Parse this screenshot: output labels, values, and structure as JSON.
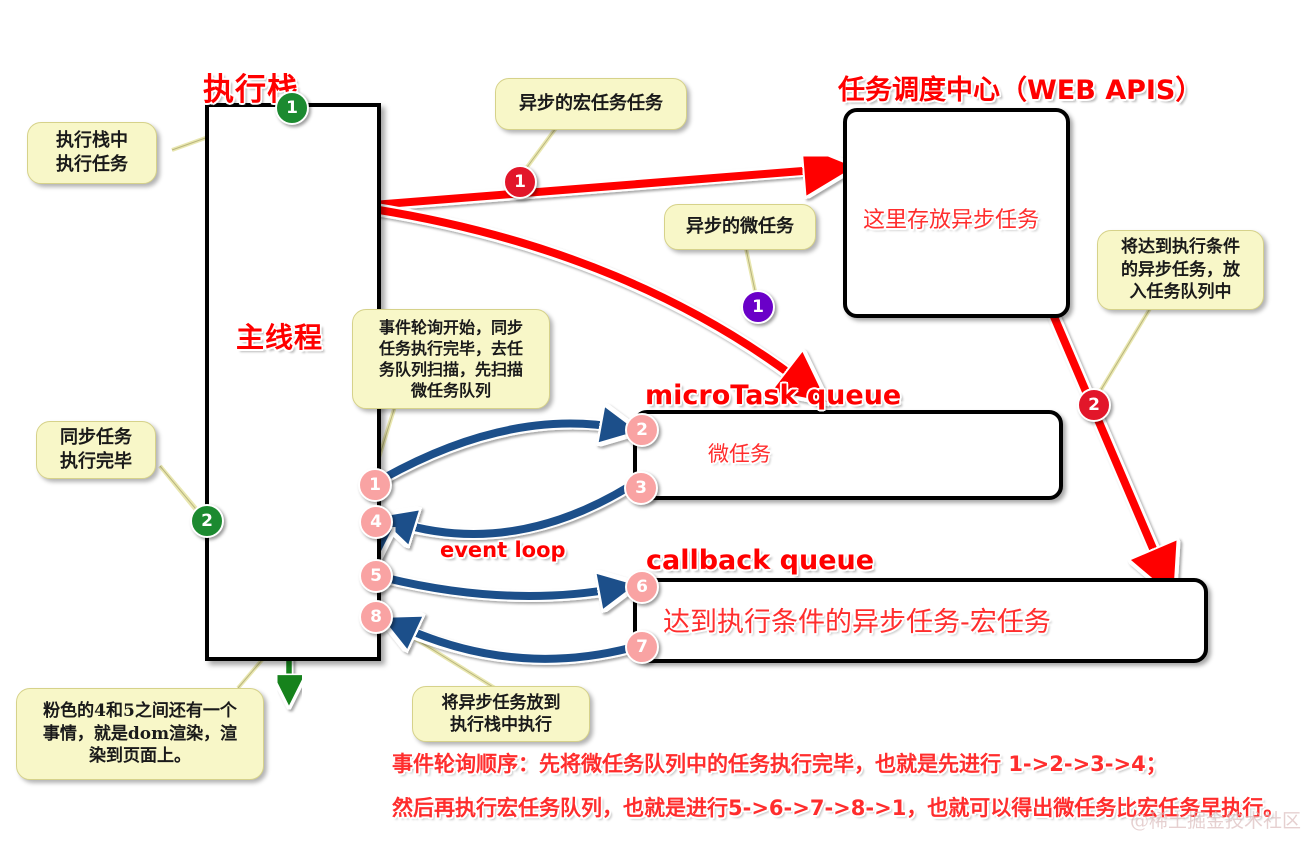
{
  "title": "JavaScript Event Loop Diagram",
  "labels": {
    "exec_stack": "执行栈",
    "main_thread": "主线程",
    "web_apis": "任务调度中心（WEB APIS）",
    "web_apis_body": "这里存放异步任务",
    "microtask_queue": "microTask queue",
    "microtask_body": "微任务",
    "callback_queue": "callback queue",
    "callback_body": "达到执行条件的异步任务-宏任务",
    "event_loop": "event loop"
  },
  "callouts": [
    {
      "id": "exec-in-stack",
      "text": "执行栈中\n执行任务"
    },
    {
      "id": "async-macrotask",
      "text": "异步的宏任务任务"
    },
    {
      "id": "async-microtask",
      "text": "异步的微任务"
    },
    {
      "id": "loop-start",
      "text": "事件轮询开始，同步\n任务执行完毕，去任\n务队列扫描，先扫描\n微任务队列"
    },
    {
      "id": "sync-done",
      "text": "同步任务\n执行完毕"
    },
    {
      "id": "ready-to-queue",
      "text": "将达到执行条件\n的异步任务，放\n入任务队列中"
    },
    {
      "id": "dom-render",
      "text": "粉色的4和5之间还有一个\n事情，就是dom渲染，渲\n染到页面上。"
    },
    {
      "id": "put-into-stack",
      "text": "将异步任务放到\n执行栈中执行"
    }
  ],
  "badges": [
    {
      "id": "stack-top-1",
      "value": "1",
      "color": "green"
    },
    {
      "id": "macro-1",
      "value": "1",
      "color": "red"
    },
    {
      "id": "micro-1",
      "value": "1",
      "color": "purple"
    },
    {
      "id": "sync-2",
      "value": "2",
      "color": "green"
    },
    {
      "id": "webapi-2",
      "value": "2",
      "color": "red"
    },
    {
      "id": "loop-1",
      "value": "1",
      "color": "pink"
    },
    {
      "id": "loop-2",
      "value": "2",
      "color": "pink"
    },
    {
      "id": "loop-3",
      "value": "3",
      "color": "pink"
    },
    {
      "id": "loop-4",
      "value": "4",
      "color": "pink"
    },
    {
      "id": "loop-5",
      "value": "5",
      "color": "pink"
    },
    {
      "id": "loop-6",
      "value": "6",
      "color": "pink"
    },
    {
      "id": "loop-7",
      "value": "7",
      "color": "pink"
    },
    {
      "id": "loop-8",
      "value": "8",
      "color": "pink"
    }
  ],
  "summary": {
    "line1_a": "事件轮询顺序：先将微任务队列中的任务执行完毕，也就是先进行 ",
    "line1_b": "1->2->3->4",
    "line1_c": "；",
    "line2_a": "然后再执行宏任务队列，也就是进行",
    "line2_b": "5->6->7->8->1",
    "line2_c": "，也就可以得出微任务比宏任务早执行。"
  },
  "watermark": "@稀土掘金技术社区",
  "colors": {
    "red": "#ff0000",
    "green": "#1c8a30",
    "blue": "#1b4f8a",
    "pink": "#f9a3a3",
    "callout_bg": "#f8f7c8",
    "black": "#000000"
  }
}
